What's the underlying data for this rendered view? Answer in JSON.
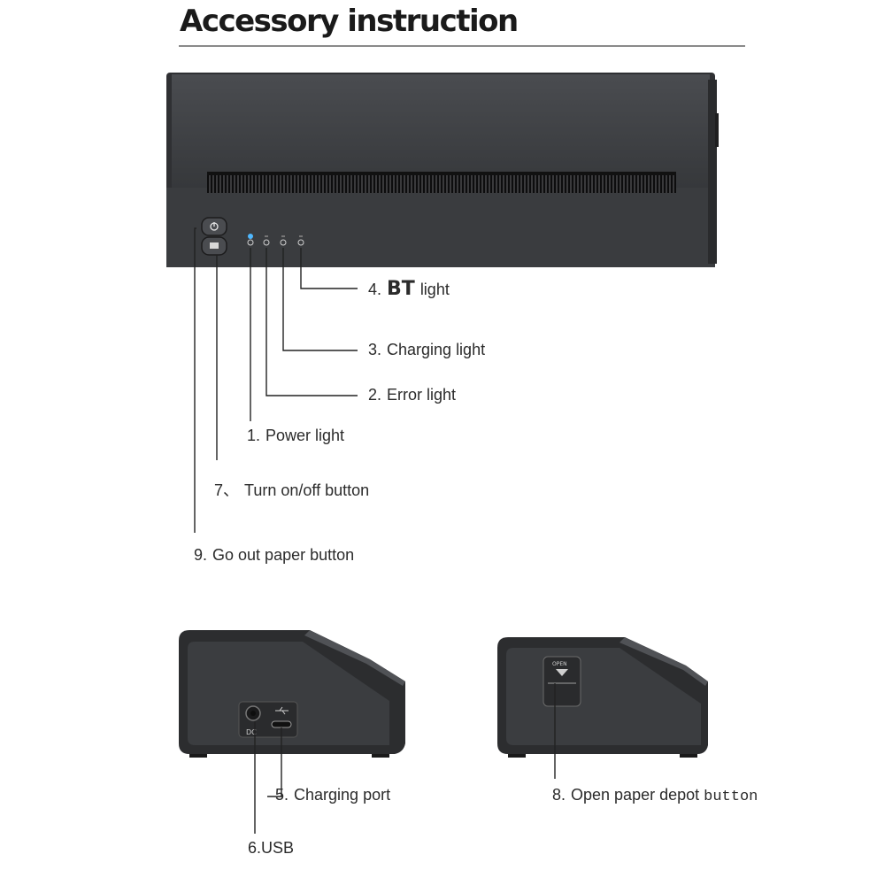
{
  "title": "Accessory instruction",
  "labels": {
    "bt": {
      "num": "4.",
      "bold": "BT",
      "rest": "light"
    },
    "charging": {
      "num": "3.",
      "text": "Charging light"
    },
    "error": {
      "num": "2.",
      "text": "Error light"
    },
    "power": {
      "num": "1.",
      "text": "Power light"
    },
    "turn": {
      "num": "7、",
      "text": "Turn on/off button"
    },
    "goout": {
      "num": "9.",
      "text": "Go out paper button"
    },
    "charging_port": {
      "num": "5.",
      "text": "Charging port"
    },
    "usb": {
      "text": "6.USB"
    },
    "open_depot": {
      "num": "8.",
      "text": "Open paper depot",
      "suffix": "button"
    }
  },
  "device_marks": {
    "dc": "DC",
    "open": "OPEN"
  },
  "colors": {
    "printer_body": "#3d3f42",
    "printer_dark": "#2a2b2d",
    "power_led": "#4fb8ff",
    "text": "#2b2b2b"
  },
  "icons": [
    "power-icon",
    "paper-feed-icon",
    "power-led-icon",
    "error-led-icon",
    "charging-led-icon",
    "bt-led-icon",
    "usb-icon",
    "dc-port-icon",
    "open-arrow-icon"
  ]
}
